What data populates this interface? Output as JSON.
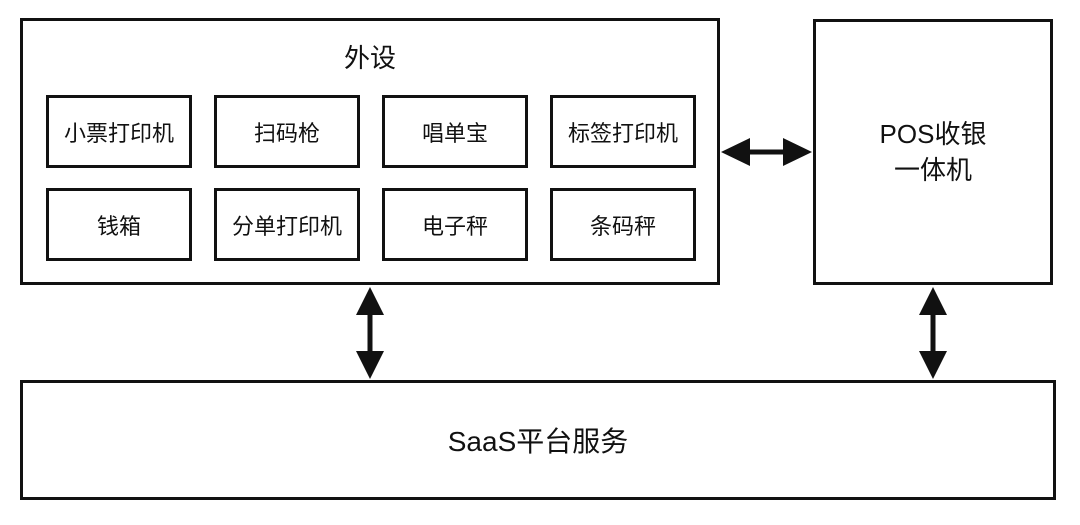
{
  "peripherals": {
    "title": "外设",
    "items": [
      "小票打印机",
      "扫码枪",
      "唱单宝",
      "标签打印机",
      "钱箱",
      "分单打印机",
      "电子秤",
      "条码秤"
    ]
  },
  "pos": {
    "label_line1": "POS收银",
    "label_line2": "一体机"
  },
  "saas": {
    "label": "SaaS平台服务"
  },
  "colors": {
    "line": "#111111",
    "background": "#ffffff"
  }
}
